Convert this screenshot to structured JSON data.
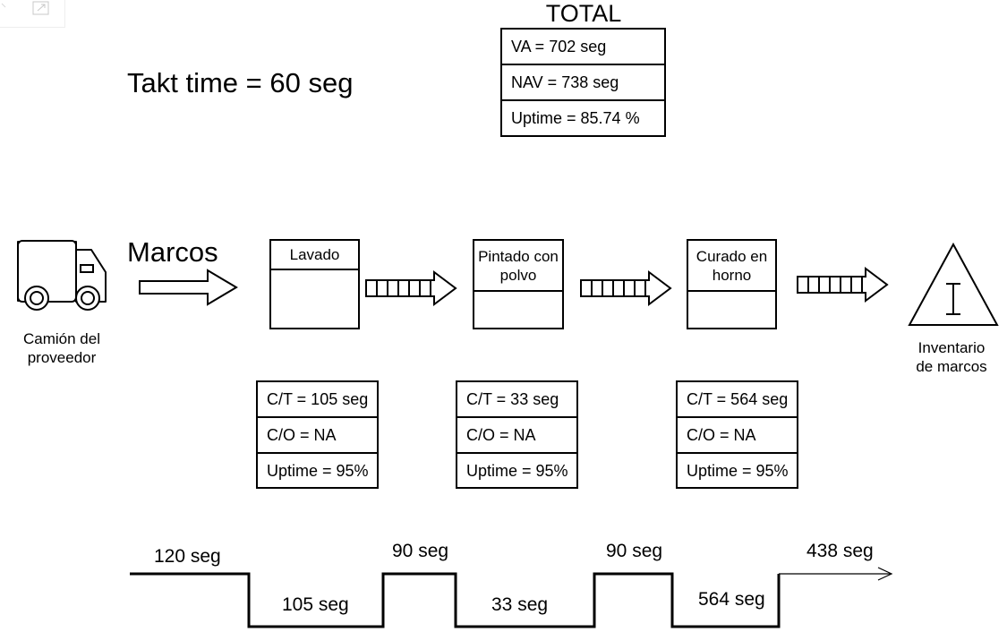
{
  "takt_time": "Takt time = 60 seg",
  "total": {
    "title": "TOTAL",
    "rows": [
      "VA = 702 seg",
      "NAV = 738 seg",
      "Uptime = 85.74 %"
    ]
  },
  "supplier": {
    "label_line1": "Camión del",
    "label_line2": "proveedor",
    "icon": "truck-icon"
  },
  "material_label": "Marcos",
  "processes": [
    {
      "title_line1": "Lavado",
      "title_line2": "",
      "data": [
        "C/T = 105 seg",
        "C/O = NA",
        "Uptime = 95%"
      ]
    },
    {
      "title_line1": "Pintado con",
      "title_line2": "polvo",
      "data": [
        "C/T = 33 seg",
        "C/O = NA",
        "Uptime = 95%"
      ]
    },
    {
      "title_line1": "Curado en",
      "title_line2": "horno",
      "data": [
        "C/T = 564 seg",
        "C/O = NA",
        "Uptime = 95%"
      ]
    }
  ],
  "inventory": {
    "label_line1": "Inventario",
    "label_line2": "de marcos",
    "icon": "inventory-triangle-icon"
  },
  "timeline": {
    "high": [
      "120 seg",
      "90 seg",
      "90 seg",
      "438 seg"
    ],
    "low": [
      "105 seg",
      "33 seg",
      "564 seg"
    ]
  }
}
